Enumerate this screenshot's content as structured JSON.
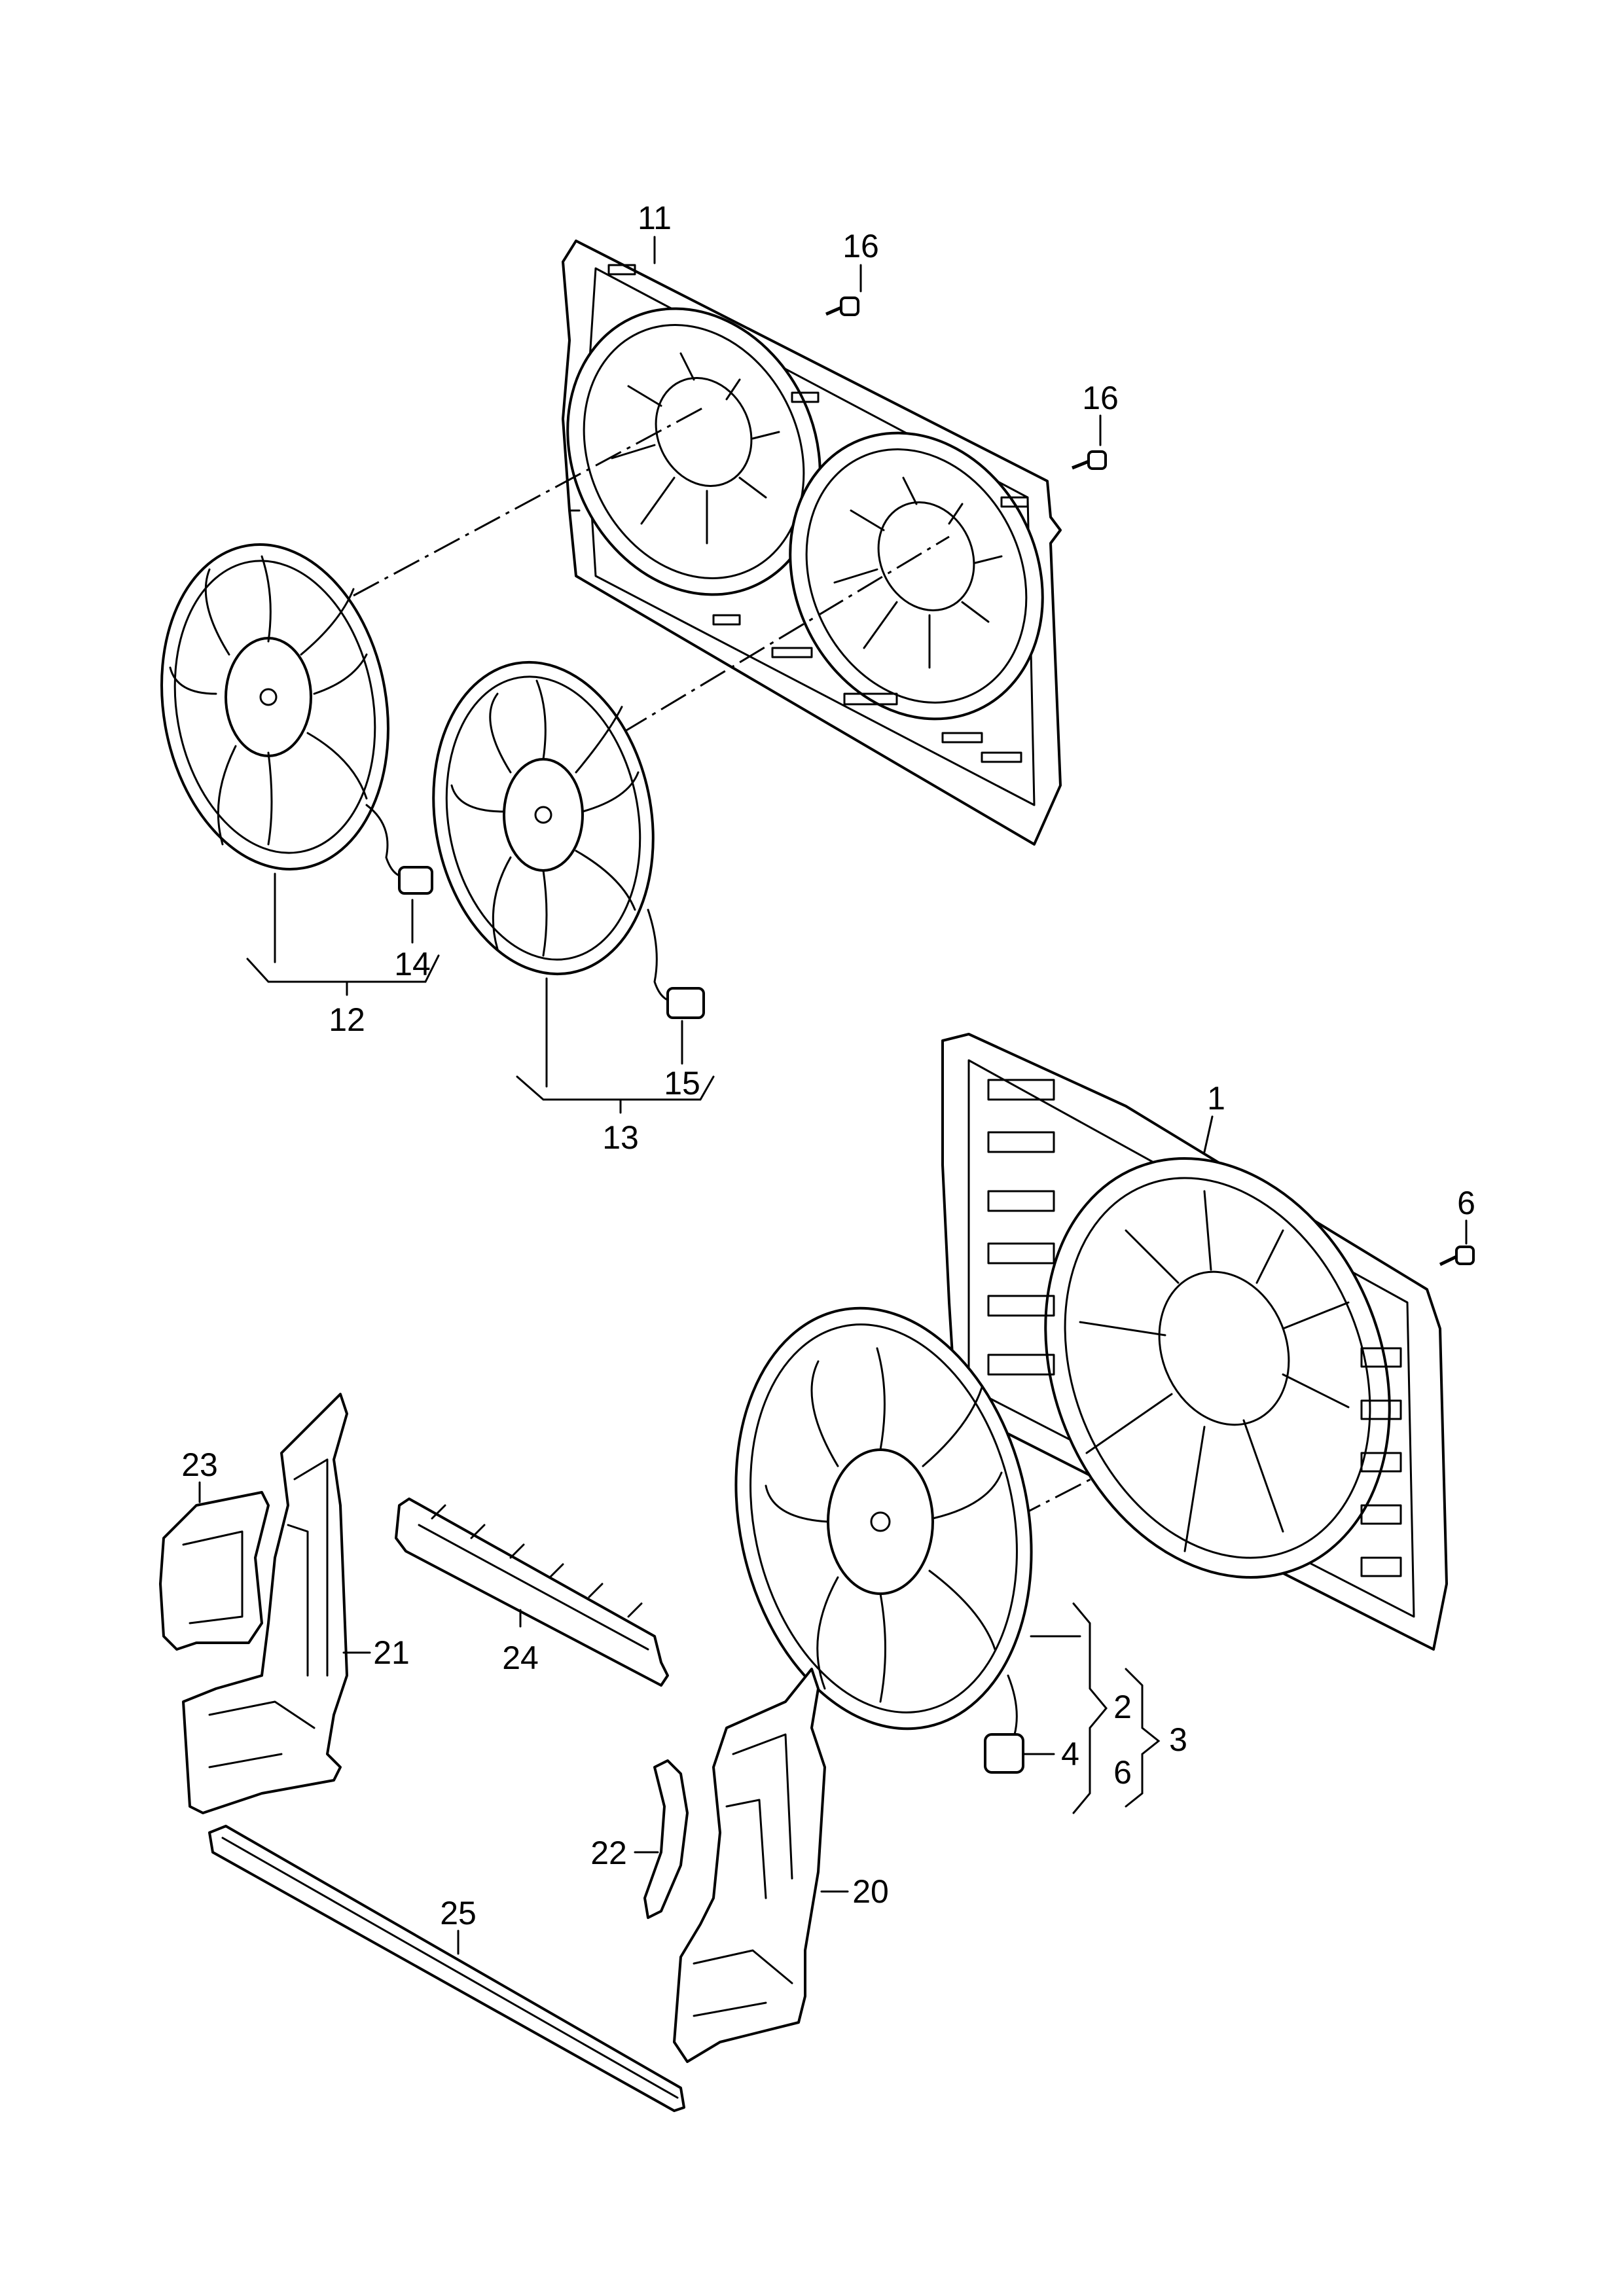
{
  "labels": {
    "p1": "1",
    "p2": "2",
    "p3": "3",
    "p4": "4",
    "p6_bracket": "6",
    "p6_screw": "6",
    "p11": "11",
    "p12": "12",
    "p13": "13",
    "p14": "14",
    "p15": "15",
    "p16_upper": "16",
    "p16_right": "16",
    "p20": "20",
    "p21": "21",
    "p22": "22",
    "p23": "23",
    "p24": "24",
    "p25": "25"
  },
  "icons": {
    "fan_shroud_dual": "dual-fan-shroud-icon",
    "fan_shroud_single": "single-fan-shroud-icon",
    "fan_motor": "fan-wheel-icon",
    "connector": "electrical-connector-icon",
    "screw": "screw-icon",
    "air_guide": "air-guide-icon",
    "seal_strip": "seal-strip-icon"
  }
}
